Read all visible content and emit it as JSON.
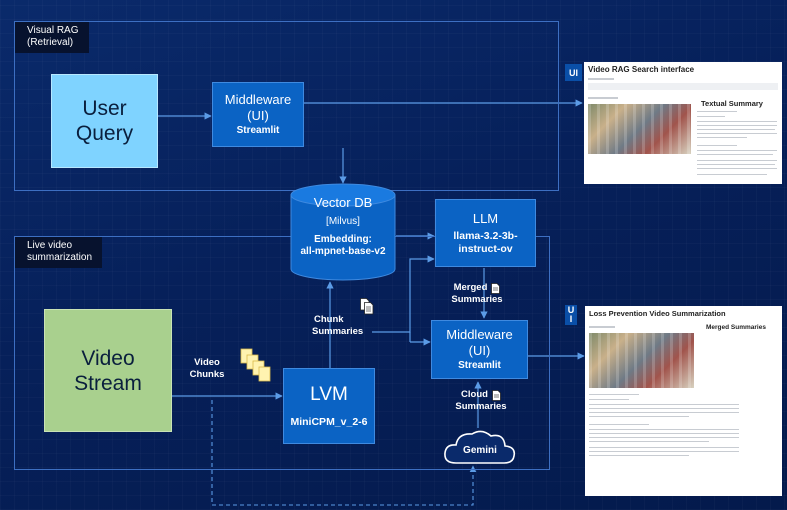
{
  "colors": {
    "background": "#06205a",
    "section_border": "#3d6fc2",
    "process_box": "#0b63c4",
    "user_query_box": "#7fd3ff",
    "video_stream_box": "#a9d08e",
    "arrow": "#5b9be6"
  },
  "retrieval_section": {
    "label_line1": "Visual RAG",
    "label_line2": "(Retrieval)"
  },
  "summarization_section": {
    "label_line1": "Live video",
    "label_line2": "summarization"
  },
  "user_query": {
    "line1": "User",
    "line2": "Query"
  },
  "middleware_top": {
    "title_line1": "Middleware",
    "title_line2": "(UI)",
    "subtitle": "Streamlit"
  },
  "vector_db": {
    "title": "Vector DB",
    "subtitle": "[Milvus]",
    "embedding_label": "Embedding:",
    "embedding_model": "all-mpnet-base-v2"
  },
  "llm": {
    "title": "LLM",
    "model_line1": "llama-3.2-3b-",
    "model_line2": "instruct-ov"
  },
  "lvm": {
    "title": "LVM",
    "model": "MiniCPM_v_2-6"
  },
  "middleware_bottom": {
    "title_line1": "Middleware",
    "title_line2": "(UI)",
    "subtitle": "Streamlit"
  },
  "video_stream": {
    "line1": "Video",
    "line2": "Stream"
  },
  "labels": {
    "video_chunks_line1": "Video",
    "video_chunks_line2": "Chunks",
    "chunk_summaries_line1": "Chunk",
    "chunk_summaries_line2": "Summaries",
    "merged_summaries_line1": "Merged",
    "merged_summaries_line2": "Summaries",
    "cloud_summaries_line1": "Cloud",
    "cloud_summaries_line2": "Summaries",
    "gemini": "Gemini"
  },
  "ui_top": {
    "badge": "UI",
    "title": "Video RAG Search interface",
    "heading": "Textual Summary"
  },
  "ui_bottom": {
    "badge_line1": "U",
    "badge_line2": "I",
    "title": "Loss Prevention Video Summarization",
    "heading": "Merged Summaries"
  },
  "icons": {
    "doc": "document-icon",
    "docs_stack": "document-stack-icon",
    "cloud": "cloud-icon",
    "chunks": "video-chunks-icon"
  }
}
